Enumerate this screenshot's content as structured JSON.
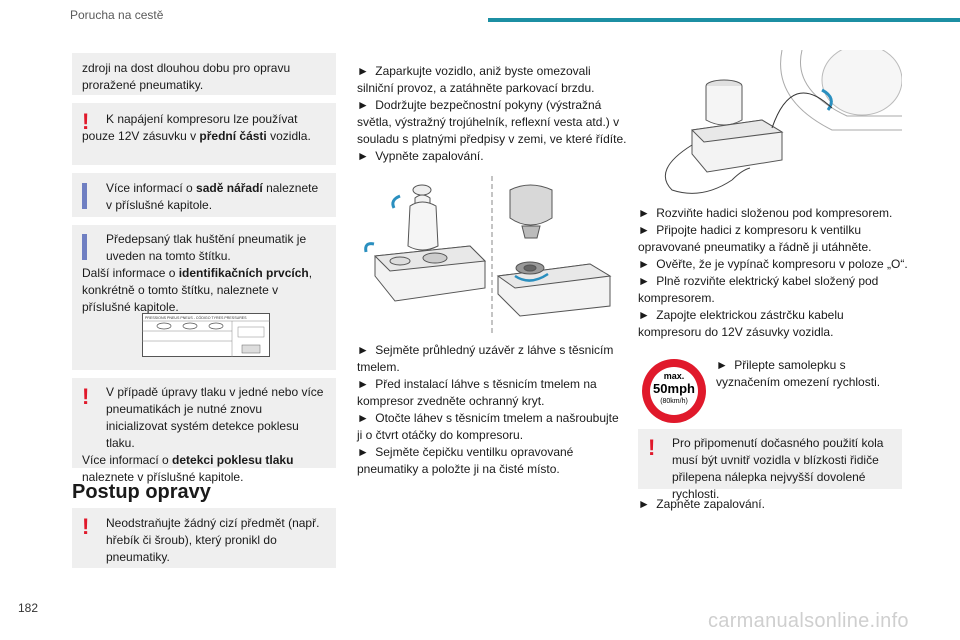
{
  "header": {
    "section_title": "Porucha na cestě"
  },
  "footer": {
    "page_number": "182",
    "watermark": "carmanualsonline.info"
  },
  "left": {
    "box1": {
      "text": "zdroji na dost dlouhou dobu pro opravu proražené pneumatiky."
    },
    "box2": {
      "t1": "K napájení kompresoru lze používat pouze 12V zásuvku v ",
      "b1": "přední části",
      "t2": " vozidla."
    },
    "box3": {
      "t1": "Více informací o ",
      "b1": "sadě nářadí",
      "t2": " naleznete v příslušné kapitole."
    },
    "box4": {
      "line1": "Předepsaný tlak huštění pneumatik je uveden na tomto štítku.",
      "t1": "Další informace o ",
      "b1": "identifikačních prvcích",
      "t2": ", konkrétně o tomto štítku, naleznete v příslušné kapitole.",
      "label_heading": "PRESSIONS PNEUS PNEUS - CÓDIGO TYRES PRESSURES"
    },
    "box5": {
      "line1": "V případě úpravy tlaku v jedné nebo více pneumatikách je nutné znovu inicializovat systém detekce poklesu tlaku.",
      "t1": "Více informací o ",
      "b1": "detekci poklesu tlaku",
      "t2": " naleznete v příslušné kapitole."
    },
    "section_heading": "Postup opravy",
    "box6": {
      "text": "Neodstraňujte žádný cizí předmět (např. hřebík či šroub), který pronikl do pneumatiky."
    }
  },
  "middle": {
    "para1": [
      "Zaparkujte vozidlo, aniž byste omezovali silniční provoz, a zatáhněte parkovací brzdu.",
      "Dodržujte bezpečnostní pokyny (výstražná světla, výstražný trojúhelník, reflexní vesta atd.) v souladu s platnými předpisy v zemi, ve které řídíte.",
      "Vypněte zapalování."
    ],
    "para2": [
      "Sejměte průhledný uzávěr z láhve s těsnicím tmelem.",
      "Před instalací láhve s těsnicím tmelem na kompresor zvedněte ochranný kryt.",
      "Otočte láhev s těsnicím tmelem a našroubujte ji o čtvrt otáčky do kompresoru.",
      "Sejměte čepičku ventilku opravované pneumatiky a položte ji na čisté místo."
    ]
  },
  "right": {
    "steps": [
      "Rozviňte hadici složenou pod kompresorem.",
      "Připojte hadici z kompresoru k ventilku opravované pneumatiky a řádně ji utáhněte.",
      "Ověřte, že je vypínač kompresoru v poloze „O“.",
      "Plně rozviňte elektrický kabel složený pod kompresorem.",
      "Zapojte elektrickou zástrčku kabelu kompresoru do 12V zásuvky vozidla."
    ],
    "sticker": {
      "line1": "max.",
      "line2": "50mph",
      "line3": "(80km/h)"
    },
    "sticker_text": "Přilepte samolepku s vyznačením omezení rychlosti.",
    "box": {
      "text": "Pro připomenutí dočasného použití kola musí být uvnitř vozidla v blízkosti řidiče přilepena nálepka nejvyšší dovolené rychlosti."
    },
    "last_step": "Zapněte zapalování."
  },
  "bullet": "►",
  "warn_glyph": "!",
  "colors": {
    "accent": "#1c8fa3",
    "warning": "#e0192b",
    "info": "#6f7fc2",
    "box_bg": "#efefef"
  }
}
